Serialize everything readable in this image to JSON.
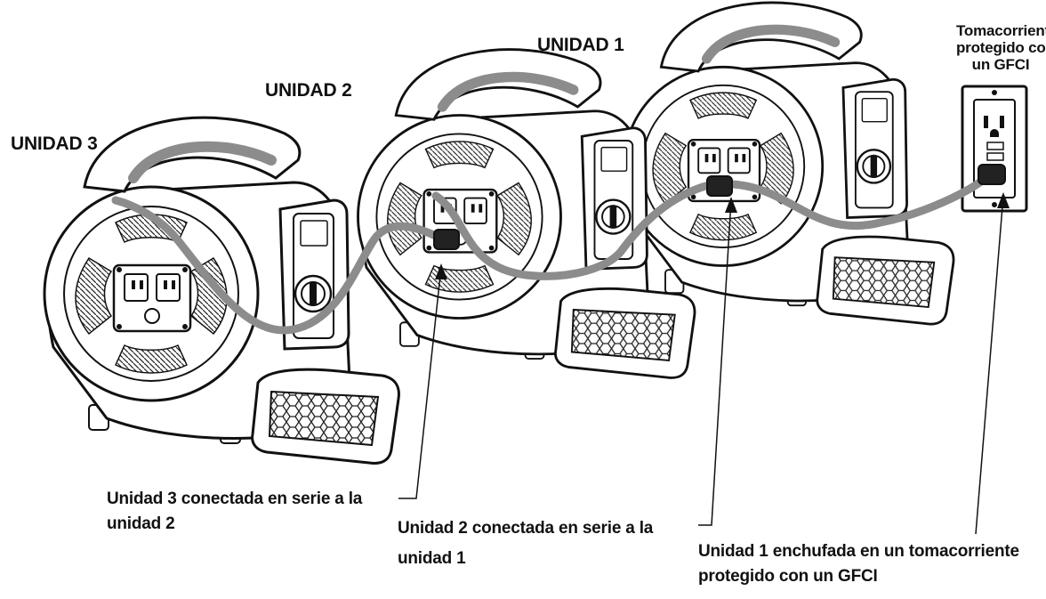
{
  "labels": {
    "unit1": "UNIDAD 1",
    "unit2": "UNIDAD 2",
    "unit3": "UNIDAD 3",
    "gfci_outlet": [
      "Tomacorriente",
      "protegido con",
      "un GFCI"
    ]
  },
  "captions": {
    "unit3": [
      "Unidad 3 conectada en serie a la",
      "unidad 2"
    ],
    "unit2": [
      "Unidad 2 conectada en serie a la",
      "unidad 1"
    ],
    "unit1": [
      "Unidad 1 enchufada en un tomacorriente",
      "protegido con un GFCI"
    ]
  },
  "colors": {
    "ink": "#111111",
    "cord": "#8c8c8c",
    "body": "#ffffff",
    "grille": "#333333"
  }
}
